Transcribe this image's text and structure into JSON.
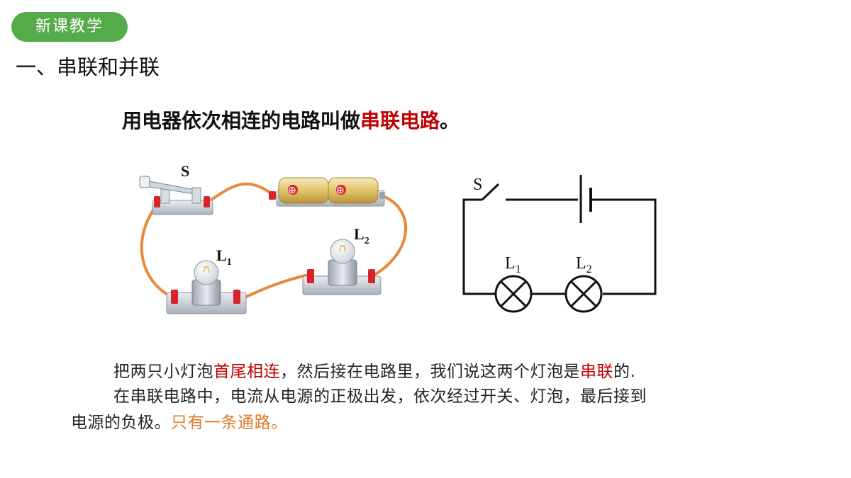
{
  "badge": "新课教学",
  "section_title": "一、串联和并联",
  "definition": {
    "prefix": "用电器依次相连的电路叫做",
    "highlight": "串联电路",
    "suffix": "。"
  },
  "physical_circuit": {
    "switch_label": "S",
    "lamp1_label": "L",
    "lamp1_sub": "1",
    "lamp2_label": "L",
    "lamp2_sub": "2",
    "battery_mark": "⊕"
  },
  "schematic": {
    "switch_label": "S",
    "lamp1_label": "L",
    "lamp1_sub": "1",
    "lamp2_label": "L",
    "lamp2_sub": "2"
  },
  "paragraph1": {
    "a": "把两只小灯泡",
    "b": "首尾相连",
    "c": "，然后接在电路里，我们说这两个灯泡是",
    "d": "串联",
    "e": "的."
  },
  "paragraph2": "在串联电路中，电流从电源的正极出发，依次经过开关、灯泡，最后接到",
  "paragraph3": {
    "a": "电源的负极。",
    "b": "只有一条通路。"
  },
  "colors": {
    "accent_green": "#55ab4a",
    "highlight_red": "#c00000",
    "highlight_orange": "#e07a2a",
    "wire": "#e8893a"
  }
}
